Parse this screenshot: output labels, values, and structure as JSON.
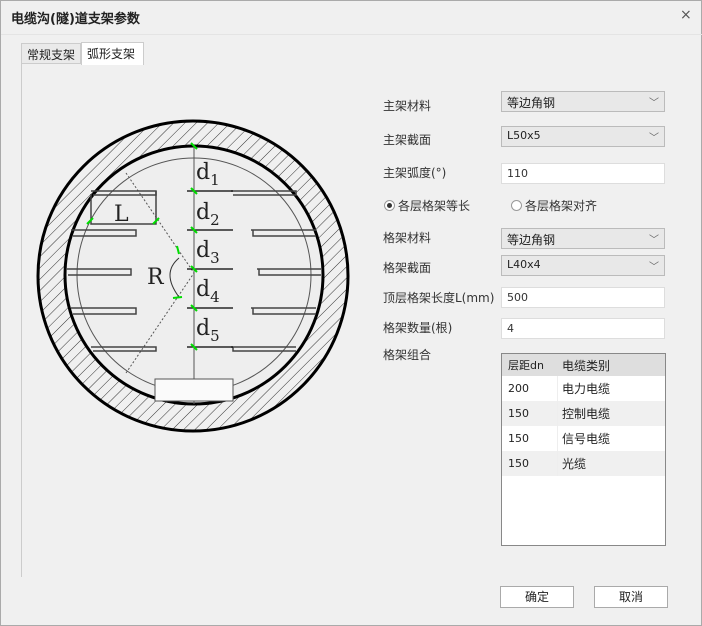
{
  "dialog": {
    "title": "电缆沟(隧)道支架参数",
    "close": "×"
  },
  "tabs": [
    {
      "label": "常规支架"
    },
    {
      "label": "弧形支架"
    }
  ],
  "diagram": {
    "labels": {
      "L": "L",
      "R": "R",
      "d": [
        "d",
        "d",
        "d",
        "d",
        "d"
      ],
      "sub": [
        "1",
        "2",
        "3",
        "4",
        "5"
      ]
    }
  },
  "form": {
    "main_material": {
      "label": "主架材料",
      "value": "等边角钢"
    },
    "main_section": {
      "label": "主架截面",
      "value": "L50x5"
    },
    "main_arc": {
      "label": "主架弧度(°)",
      "value": "110"
    },
    "radio_equal": {
      "label": "各层格架等长",
      "checked": true
    },
    "radio_align": {
      "label": "各层格架对齐",
      "checked": false
    },
    "rack_material": {
      "label": "格架材料",
      "value": "等边角钢"
    },
    "rack_section": {
      "label": "格架截面",
      "value": "L40x4"
    },
    "top_length": {
      "label": "顶层格架长度L(mm)",
      "value": "500"
    },
    "rack_count": {
      "label": "格架数量(根)",
      "value": "4"
    },
    "combo_label": "格架组合"
  },
  "table": {
    "headers": [
      "层距dn",
      "电缆类别"
    ],
    "rows": [
      [
        "200",
        "电力电缆"
      ],
      [
        "150",
        "控制电缆"
      ],
      [
        "150",
        "信号电缆"
      ],
      [
        "150",
        "光缆"
      ]
    ]
  },
  "buttons": {
    "ok": "确定",
    "cancel": "取消"
  }
}
